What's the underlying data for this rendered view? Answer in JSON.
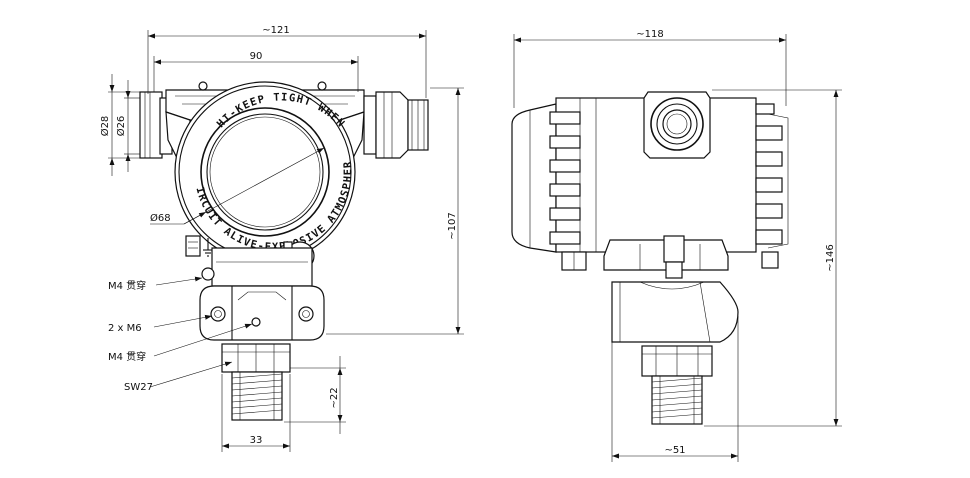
{
  "front_view": {
    "dim_total_width": "~121",
    "dim_body_width": "90",
    "dim_outer_dia": "Ø28",
    "dim_inner_dia": "Ø26",
    "dim_cover_dia": "Ø68",
    "dim_height": "~107",
    "dim_thread_length": "~22",
    "dim_base_width": "33",
    "cover_ring_text_top": "HI-KEEP TIGHT WHEN",
    "cover_ring_text_bottom": "CIRCUIT ALIVE-EXPLOSIVE ATMOSPHERE",
    "labels": {
      "m4_upper": "M4  贯穿",
      "m6": "2 x  M6",
      "m4_lower": "M4  贯穿",
      "sw27": "SW27"
    }
  },
  "side_view": {
    "dim_width": "~118",
    "dim_height": "~146",
    "dim_base_width": "~51"
  }
}
